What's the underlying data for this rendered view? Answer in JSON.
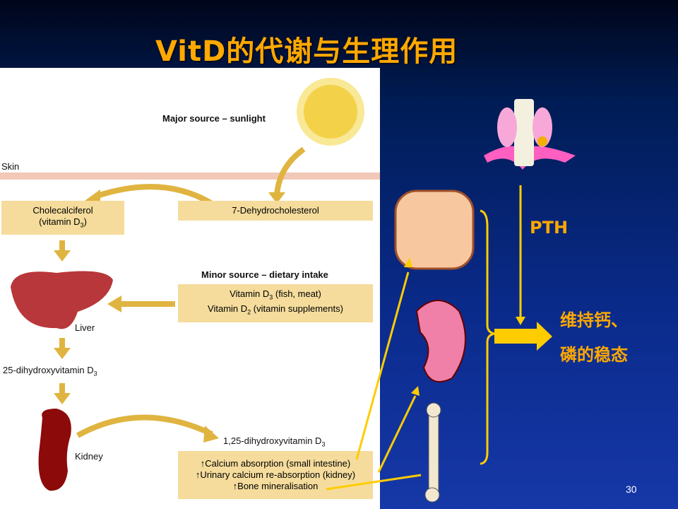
{
  "title": "VitD的代谢与生理作用",
  "diagram": {
    "major_source": "Major source – sunlight",
    "skin": "Skin",
    "cholecalciferol": "Cholecalciferol",
    "cholecalciferol_sub": "(vitamin D",
    "dehydro": "7-Dehydrocholesterol",
    "minor_source": "Minor source – dietary intake",
    "diet_1": "Vitamin D",
    "diet_1_rest": " (fish, meat)",
    "diet_2": "Vitamin D",
    "diet_2_rest": " (vitamin supplements)",
    "liver": "Liver",
    "hydroxy25": "25-dihydroxyvitamin D",
    "kidney": "Kidney",
    "hydroxy125": "1,25-dihydroxyvitamin D",
    "effect_1": "↑Calcium absorption (small intestine)",
    "effect_2": "↑Urinary calcium re-absorption (kidney)",
    "effect_3": "↑Bone mineralisation"
  },
  "right": {
    "pth": "PTH",
    "result_1": "维持钙、",
    "result_2": "磷的稳态"
  },
  "page_number": "30",
  "colors": {
    "title": "#ffa800",
    "box": "#f5dc9c",
    "arrow": "#e0b440",
    "line": "#ffcc00"
  }
}
